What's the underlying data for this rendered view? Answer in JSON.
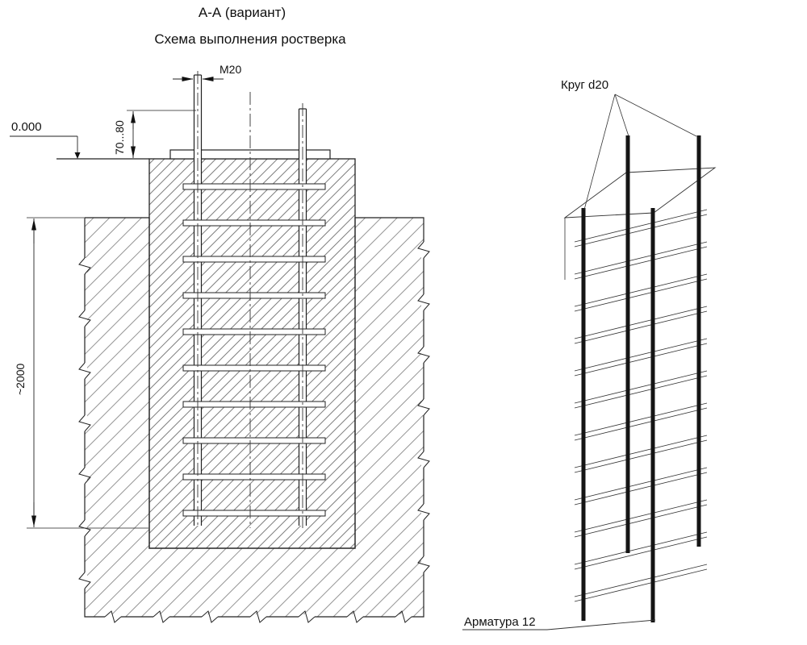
{
  "drawing": {
    "section_title": "А-А (вариант)",
    "scheme_title": "Схема выполнения ростверка",
    "labels": {
      "anchor_thread": "М20",
      "elevation_zero": "0.000",
      "protrusion": "70...80",
      "depth": "~2000",
      "rod_label": "Круг d20",
      "rebar_label": "Арматура 12"
    }
  }
}
